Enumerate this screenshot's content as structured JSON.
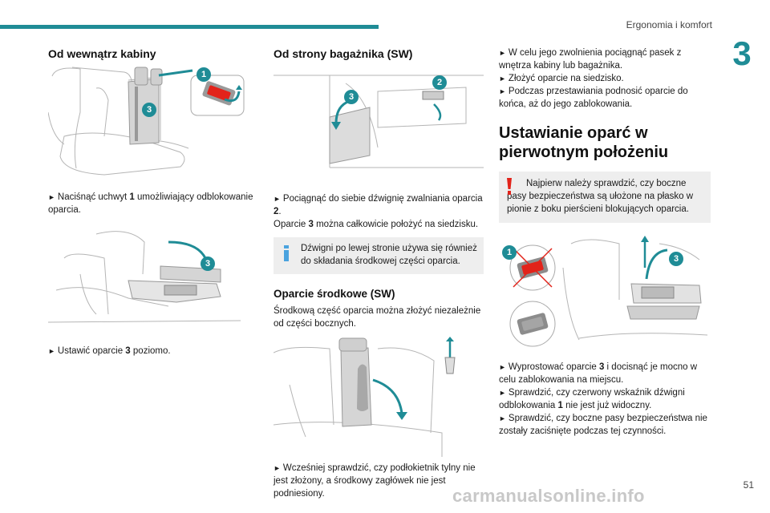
{
  "header": {
    "title": "Ergonomia i komfort",
    "chapter": "3",
    "page": "51"
  },
  "col1": {
    "heading": "Od wewnątrz kabiny",
    "fig1_callouts": [
      "1",
      "3"
    ],
    "step1_pre": "Naciśnąć uchwyt ",
    "step1_num": "1",
    "step1_post": " umożliwiający odblokowanie oparcia.",
    "fig2_callouts": [
      "3"
    ],
    "step2_pre": "Ustawić oparcie ",
    "step2_num": "3",
    "step2_post": " poziomo."
  },
  "col2": {
    "heading": "Od strony bagażnika (SW)",
    "fig_callouts": [
      "3",
      "2"
    ],
    "step1_pre": "Pociągnąć do siebie dźwignię zwalniania oparcia ",
    "step1_num": "2",
    "step1_post": ".",
    "line2_pre": "Oparcie ",
    "line2_num": "3",
    "line2_post": " można całkowicie położyć na siedzisku.",
    "info_text": "Dźwigni po lewej stronie używa się również do składania środkowej części oparcia.",
    "sub_heading": "Oparcie środkowe (SW)",
    "sub_text": "Środkową część oparcia można złożyć niezależnie od części bocznych.",
    "step2": "Wcześniej sprawdzić, czy podłokietnik tylny nie jest złożony, a środkowy zagłówek nie jest podniesiony."
  },
  "col3": {
    "bullet1": "W celu jego zwolnienia pociągnąć pasek z wnętrza kabiny lub bagażnika.",
    "bullet2": "Złożyć oparcie na siedzisko.",
    "bullet3": "Podczas przestawiania podnosić oparcie do końca, aż do jego zablokowania.",
    "heading": "Ustawianie oparć w pierwotnym położeniu",
    "warning_text": "Najpierw należy sprawdzić, czy boczne pasy bezpieczeństwa są ułożone na płasko w pionie z boku pierścieni blokujących oparcia.",
    "fig_callouts": [
      "1",
      "3"
    ],
    "step1_pre": "Wyprostować oparcie ",
    "step1_num": "3",
    "step1_post": " i docisnąć je mocno w celu zablokowania na miejscu.",
    "step2_pre": "Sprawdzić, czy czerwony wskaźnik dźwigni odblokowania ",
    "step2_num": "1",
    "step2_post": " nie jest już widoczny.",
    "step3": "Sprawdzić, czy boczne pasy bezpieczeństwa nie zostały zaciśnięte podczas tej czynności."
  },
  "bullet_glyph": "►",
  "watermark": "carmanualsonline.info",
  "colors": {
    "accent": "#1f8c96",
    "warning": "#e2231a",
    "info": "#4aa3df"
  }
}
